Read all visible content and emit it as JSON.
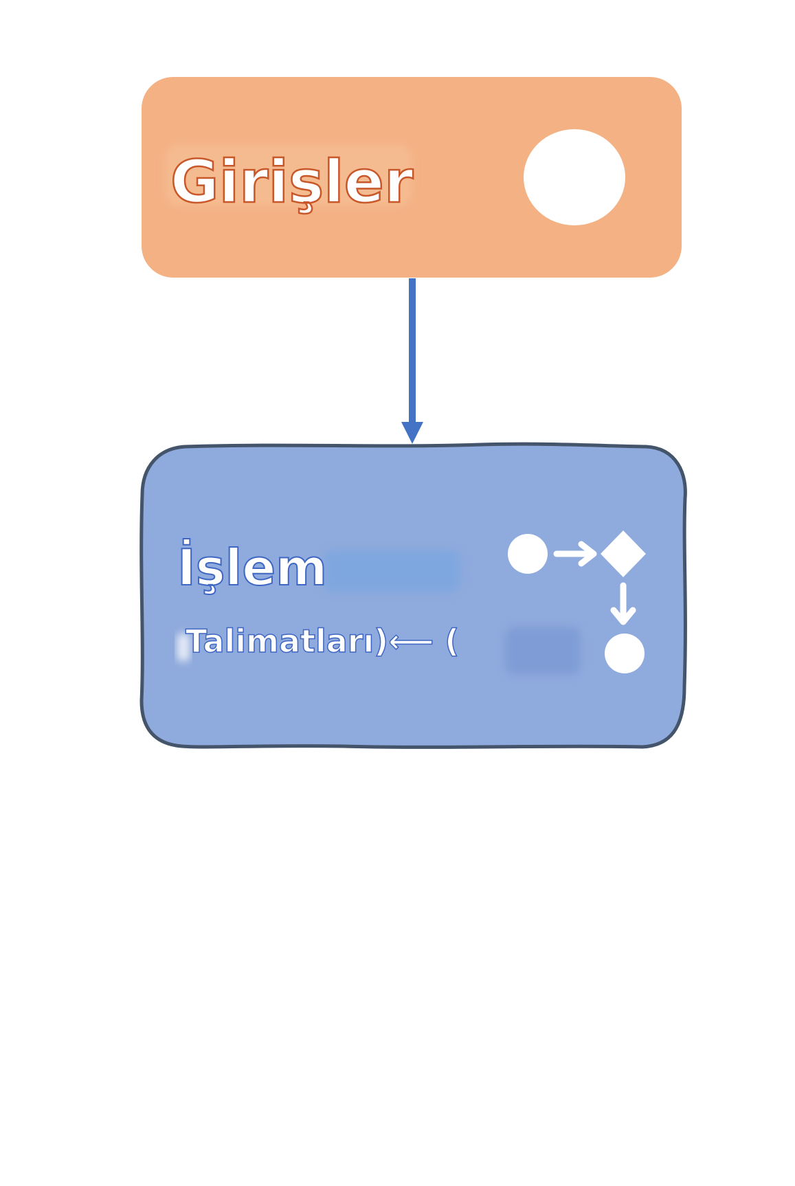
{
  "diagram": {
    "inputs_node": {
      "title": "Girişler",
      "fill": "#F3B184",
      "title_outline": "#C8572A",
      "icon": "circle-icon"
    },
    "connector": {
      "color": "#4472C4",
      "direction": "down"
    },
    "process_node": {
      "title": "İşlem",
      "subtitle": "Talimatları)⟵ (",
      "fill": "#8FAADC",
      "border": "#44546A",
      "icon": "flowchart-icon"
    }
  }
}
